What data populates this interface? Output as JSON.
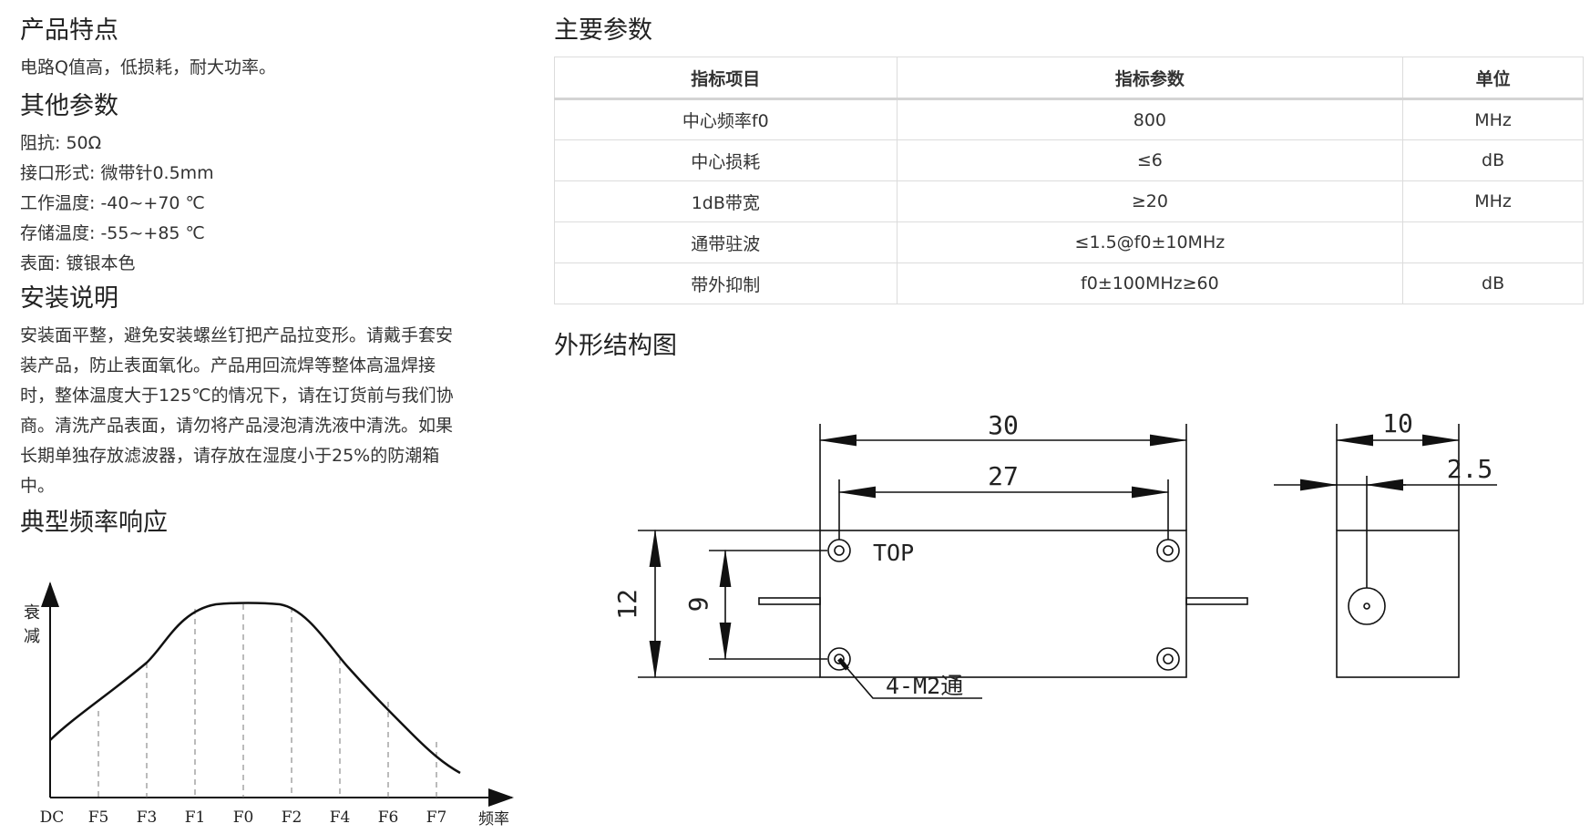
{
  "features": {
    "title": "产品特点",
    "text": "电路Q值高，低损耗，耐大功率。"
  },
  "other_params": {
    "title": "其他参数",
    "items": [
      "阻抗: 50Ω",
      "接口形式: 微带针0.5mm",
      "工作温度: -40~+70 ℃",
      "存储温度: -55~+85 ℃",
      "表面: 镀银本色"
    ]
  },
  "install": {
    "title": "安装说明",
    "lines": [
      "安装面平整，避免安装螺丝钉把产品拉变形。请戴手套安",
      "装产品，防止表面氧化。产品用回流焊等整体高温焊接",
      "时，整体温度大于125℃的情况下，请在订货前与我们协",
      "商。清洗产品表面，请勿将产品浸泡清洗液中清洗。如果",
      "长期单独存放滤波器，请存放在湿度小于25%的防潮箱",
      "中。"
    ]
  },
  "response": {
    "title": "典型频率响应",
    "y_label_1": "衰",
    "y_label_2": "减",
    "x_labels": [
      "DC",
      "F5",
      "F3",
      "F1",
      "F0",
      "F2",
      "F4",
      "F6",
      "F7"
    ],
    "x_axis_label": "频率"
  },
  "main_params": {
    "title": "主要参数",
    "headers": [
      "指标项目",
      "指标参数",
      "单位"
    ],
    "rows": [
      [
        "中心频率f0",
        "800",
        "MHz"
      ],
      [
        "中心损耗",
        "≤6",
        "dB"
      ],
      [
        "1dB带宽",
        "≥20",
        "MHz"
      ],
      [
        "通带驻波",
        "≤1.5@f0±10MHz",
        ""
      ],
      [
        "带外抑制",
        "f0±100MHz≥60",
        "dB"
      ]
    ]
  },
  "outline": {
    "title": "外形结构图",
    "dim_length": "30",
    "dim_hole_spacing": "27",
    "dim_height": "12",
    "dim_hole_height": "9",
    "dim_depth": "10",
    "dim_pin": "2.5",
    "top_label": "TOP",
    "hole_note": "4-M2通"
  }
}
